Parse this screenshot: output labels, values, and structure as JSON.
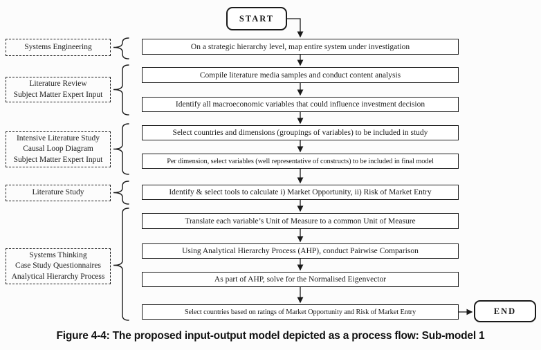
{
  "figure": {
    "caption": "Figure 4-4: The proposed input-output model depicted as a process flow: Sub-model 1"
  },
  "flowchart": {
    "start": "START",
    "end": "END",
    "steps": [
      "On a strategic hierarchy level, map entire system under investigation",
      "Compile literature media samples and conduct content analysis",
      "Identify all macroeconomic variables that could influence investment decision",
      "Select countries and dimensions (groupings of variables) to be included in study",
      "Per dimension, select variables (well representative of constructs) to be included in final model",
      "Identify & select tools to calculate i) Market Opportunity, ii) Risk of Market Entry",
      "Translate each variable’s Unit of Measure to a common Unit of Measure",
      "Using Analytical Hierarchy Process (AHP), conduct Pairwise Comparison",
      "As part of AHP, solve for the Normalised Eigenvector",
      "Select countries based on ratings of Market Opportunity and Risk of Market Entry"
    ],
    "annotations": [
      {
        "lines": [
          "Systems Engineering"
        ]
      },
      {
        "lines": [
          "Literature Review",
          "Subject Matter Expert Input"
        ]
      },
      {
        "lines": [
          "Intensive Literature Study",
          "Causal Loop Diagram",
          "Subject Matter Expert Input"
        ]
      },
      {
        "lines": [
          "Literature Study"
        ]
      },
      {
        "lines": [
          "Systems Thinking",
          "Case Study Questionnaires",
          "Analytical Hierarchy Process"
        ]
      }
    ]
  },
  "colors": {
    "ink": "#1a1a1a",
    "background": "#fcfcfc"
  }
}
